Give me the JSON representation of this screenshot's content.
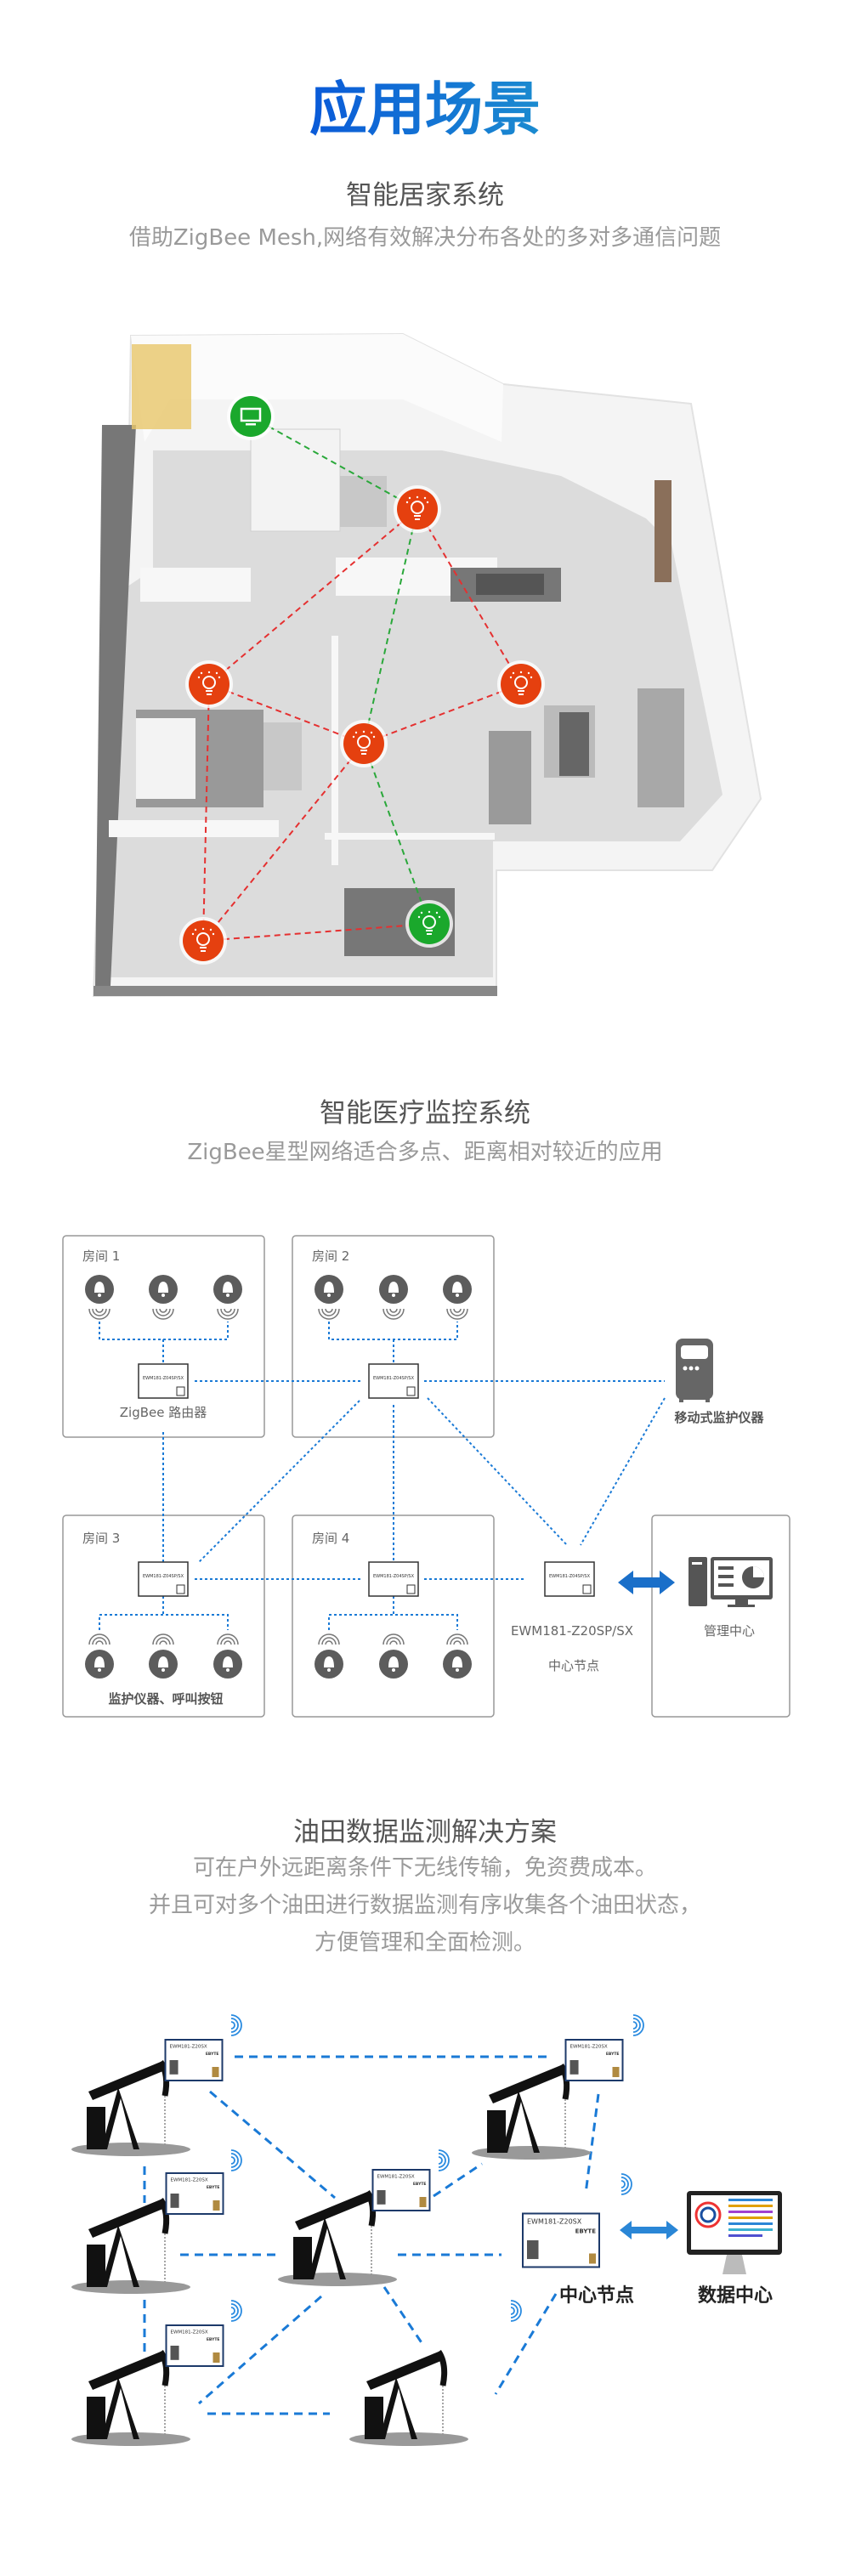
{
  "page_title": "应用场景",
  "colors": {
    "title_start": "#0a5ad8",
    "title_end": "#1b8bd0",
    "node_red": "#e5400f",
    "node_green": "#1aa82c",
    "link_red": "#e53030",
    "link_green": "#2aa83a",
    "link_blue": "#1a7ad6",
    "icon_gray": "#5c5c5c"
  },
  "smart_home": {
    "heading": "智能居家系统",
    "subtitle": "借助ZigBee Mesh,网络有效解决分布各处的多对多通信问题",
    "nodes": [
      {
        "id": "tv",
        "type": "tv-icon",
        "color": "green"
      },
      {
        "id": "top",
        "type": "bulb-icon",
        "color": "red"
      },
      {
        "id": "left",
        "type": "bulb-icon",
        "color": "red"
      },
      {
        "id": "right",
        "type": "bulb-icon",
        "color": "red"
      },
      {
        "id": "center",
        "type": "bulb-icon",
        "color": "red"
      },
      {
        "id": "bottom-left",
        "type": "bulb-icon",
        "color": "red"
      },
      {
        "id": "dining",
        "type": "bulb-icon",
        "color": "green"
      }
    ],
    "links": [
      {
        "from": "tv",
        "to": "top",
        "color": "green"
      },
      {
        "from": "top",
        "to": "left",
        "color": "red"
      },
      {
        "from": "top",
        "to": "center",
        "color": "green"
      },
      {
        "from": "top",
        "to": "right",
        "color": "red"
      },
      {
        "from": "left",
        "to": "center",
        "color": "red"
      },
      {
        "from": "right",
        "to": "center",
        "color": "red"
      },
      {
        "from": "left",
        "to": "bottom-left",
        "color": "red"
      },
      {
        "from": "center",
        "to": "bottom-left",
        "color": "red"
      },
      {
        "from": "center",
        "to": "dining",
        "color": "green"
      },
      {
        "from": "bottom-left",
        "to": "dining",
        "color": "red"
      }
    ]
  },
  "medical": {
    "heading": "智能医疗监控系统",
    "subtitle": "ZigBee星型网络适合多点、距离相对较近的应用",
    "rooms": [
      "房间 1",
      "房间 2",
      "房间 3",
      "房间 4"
    ],
    "module_label": "EWM181-Z04SP/SX",
    "router_label": "ZigBee 路由器",
    "devices_label": "监护仪器、呼叫按钮",
    "mobile_label": "移动式监护仪器",
    "center_model": "EWM181-Z20SP/SX",
    "center_label": "中心节点",
    "management_label": "管理中心"
  },
  "oilfield": {
    "heading": "油田数据监测解决方案",
    "lines": [
      "可在户外远距离条件下无线传输，免资费成本。",
      "并且可对多个油田进行数据监测有序收集各个油田状态，",
      "方便管理和全面检测。"
    ],
    "module_model": "EWM181-Z20SX",
    "module_brand": "EBYTE",
    "center_label": "中心节点",
    "data_center_label": "数据中心"
  }
}
